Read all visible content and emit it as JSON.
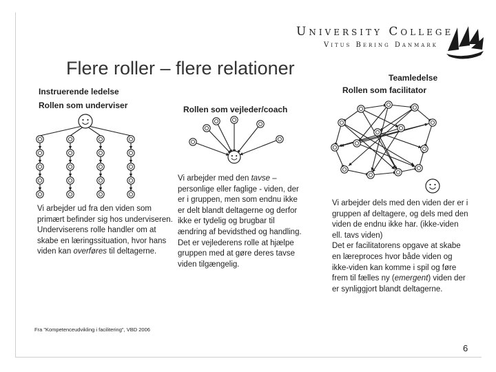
{
  "header": {
    "org_name": "University College",
    "org_sub": "Vitus Bering Danmark"
  },
  "slide": {
    "title": "Flere roller – flere relationer",
    "page_number": "6",
    "source": "Fra \"Kompetenceudvikling i facilitering\", VBD 2006"
  },
  "left": {
    "heading1": "Instruerende ledelse",
    "heading2": "Rollen som underviser",
    "text": "Vi arbejder ud fra den viden som primært befinder sig hos underviseren. Underviserens rolle handler om at skabe en læringssituation, hvor hans viden kan overføres til deltagerne.",
    "text_pre": "Vi arbejder ud fra den viden som primært befinder sig hos underviseren. Underviserens rolle handler om at skabe en læringssituation, hvor hans viden kan ",
    "text_em": "overføres",
    "text_post": " til deltagerne."
  },
  "middle": {
    "heading": "Rollen som vejleder/coach",
    "text1": "Vi arbejder med den tavse – personlige eller faglige - viden, der er i gruppen, men som endnu ikke er delt blandt deltagerne og derfor ikke er tydelig og brugbar til ændring af bevidsthed og handling.",
    "text1_pre": "Vi arbejder med den ",
    "text1_em": "tavse",
    "text1_post": " – personlige eller faglige - viden, der er i gruppen, men som endnu ikke er delt blandt deltagerne og derfor ikke er tydelig og brugbar til ændring af bevidsthed og handling.",
    "text2": "Det er vejlederens rolle at hjælpe gruppen med at gøre deres tavse viden tilgængelig."
  },
  "right": {
    "heading1": "Teamledelse",
    "heading2": "Rollen som facilitator",
    "text1": "Vi arbejder dels med den viden der er i gruppen af deltagere, og dels med den viden de endnu ikke har. (ikke-viden ell. tavs viden)",
    "text2": "Det er facilitatorens opgave at skabe en læreproces hvor både viden og ikke-viden kan komme i spil og føre frem til fælles ny (emergent) viden der er synliggjort blandt deltagerne.",
    "text2_pre": "Det er facilitatorens opgave at skabe en læreproces hvor både viden og ikke-viden kan komme i spil og føre frem til fælles ny (",
    "text2_em": "emergent",
    "text2_post": ") viden der er synliggjort blandt deltagerne."
  },
  "icons": [
    "smiley-icon",
    "ship-sails-logo",
    "node-circle-icon"
  ]
}
